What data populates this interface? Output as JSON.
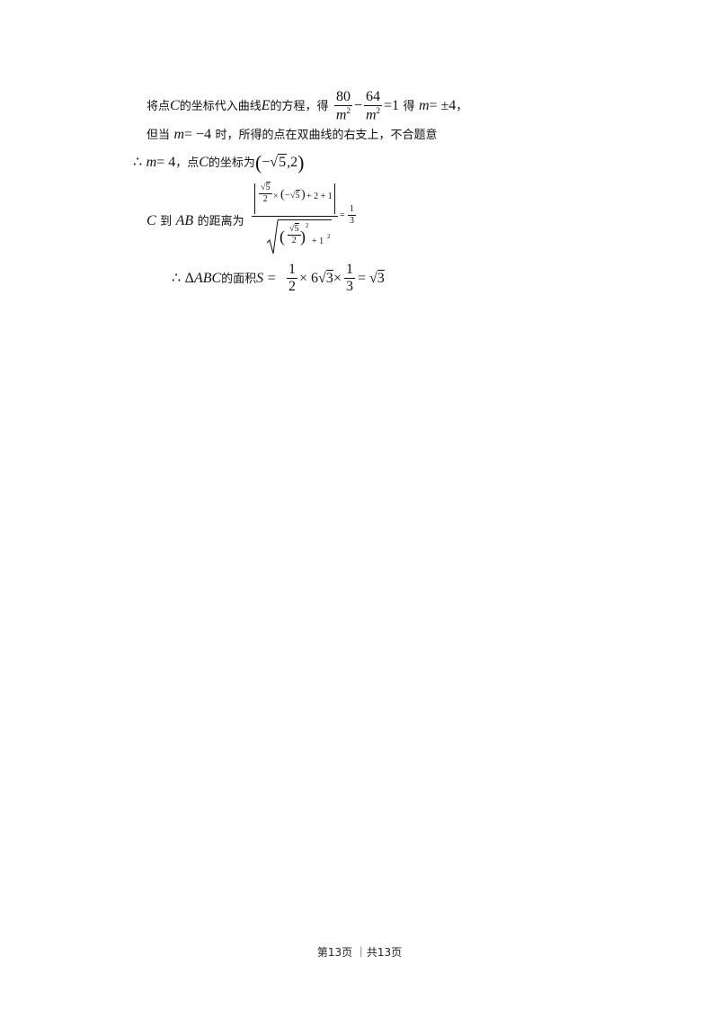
{
  "lines": {
    "l1_a": "将点",
    "l1_C": "C",
    "l1_b": "的坐标代入曲线",
    "l1_E": "E",
    "l1_c": "的方程，得",
    "l1_num1": "80",
    "l1_den1": "m",
    "l1_num2": "64",
    "l1_den2": "m",
    "l1_eq": "=1",
    "l1_d": "得",
    "l1_m": "m",
    "l1_res": "= ±4",
    "l1_e": "，",
    "l2_a": "但当",
    "l2_m": "m",
    "l2_val": "= −4",
    "l2_b": "时，所得的点在双曲线的右支上，不合题意",
    "l3_therefore": "∴",
    "l3_m": "m",
    "l3_val": "= 4",
    "l3_a": "，点",
    "l3_C": "C",
    "l3_b": "的坐标为",
    "l3_coord_a": "−",
    "l3_coord_b": "5",
    "l3_coord_c": ",2",
    "l4_C": "C",
    "l4_a": "到",
    "l4_AB": "AB",
    "l4_b": "的距离为",
    "l4_num_s5": "5",
    "l4_num_2": "2",
    "l4_num_times": "×",
    "l4_num_neg": "−",
    "l4_num_s5b": "5",
    "l4_num_tail": "+ 2 + 1",
    "l4_den_s5": "5",
    "l4_den_2": "2",
    "l4_den_tail": "+ 1",
    "l4_eq": "=",
    "l4_r_num": "1",
    "l4_r_den": "3",
    "l5_therefore": "∴",
    "l5_delta": "Δ",
    "l5_ABC": "ABC",
    "l5_a": "的面积",
    "l5_S": "S",
    "l5_eq": "=",
    "l5_f1_num": "1",
    "l5_f1_den": "2",
    "l5_mid": "× 6",
    "l5_r3": "3",
    "l5_times": "×",
    "l5_f2_num": "1",
    "l5_f2_den": "3",
    "l5_eq2": "=",
    "l5_r3b": "3"
  },
  "footer": {
    "text": "第13页 ｜共13页"
  }
}
